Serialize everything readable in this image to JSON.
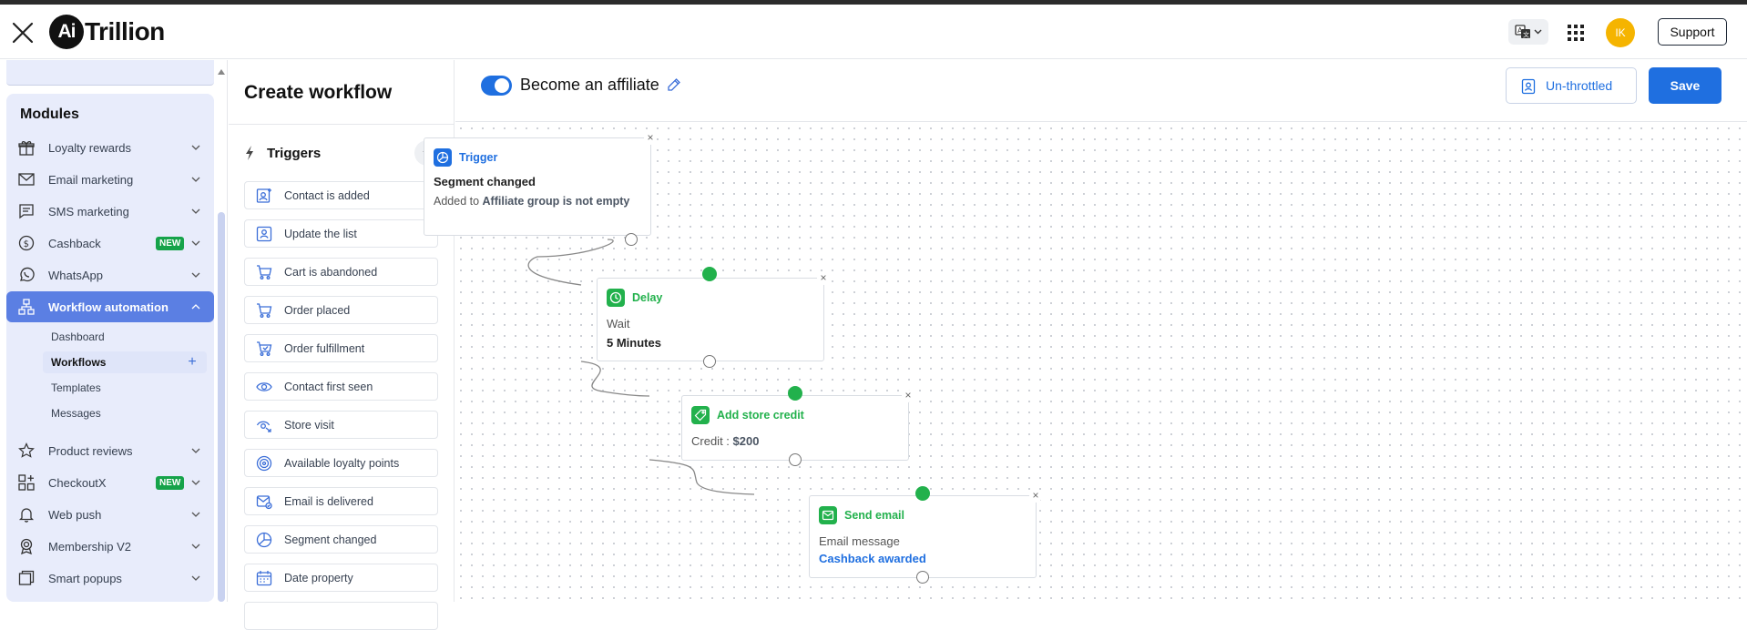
{
  "header": {
    "logo_mark": "Ai",
    "logo_text": "Trillion",
    "avatar_initials": "IK",
    "support_label": "Support"
  },
  "sidebar": {
    "modules_title": "Modules",
    "items": [
      {
        "label": "Loyalty rewards",
        "icon": "gift-icon"
      },
      {
        "label": "Email marketing",
        "icon": "mail-icon"
      },
      {
        "label": "SMS marketing",
        "icon": "chat-icon"
      },
      {
        "label": "Cashback",
        "icon": "dollar-circle-icon",
        "badge": "NEW"
      },
      {
        "label": "WhatsApp",
        "icon": "whatsapp-icon"
      },
      {
        "label": "Workflow automation",
        "icon": "workflow-icon",
        "active": true
      },
      {
        "label": "Product reviews",
        "icon": "star-icon"
      },
      {
        "label": "CheckoutX",
        "icon": "apps-icon",
        "badge": "NEW"
      },
      {
        "label": "Web push",
        "icon": "bell-icon"
      },
      {
        "label": "Membership V2",
        "icon": "award-icon"
      },
      {
        "label": "Smart popups",
        "icon": "popup-icon"
      }
    ],
    "sub_items": [
      "Dashboard",
      "Workflows",
      "Templates",
      "Messages"
    ],
    "selected_sub": "Workflows"
  },
  "panel": {
    "title": "Create workflow",
    "section": "Triggers",
    "triggers": [
      {
        "label": "Contact is added",
        "icon": "contact-add-icon"
      },
      {
        "label": "Update the list",
        "icon": "contact-card-icon"
      },
      {
        "label": "Cart is abandoned",
        "icon": "cart-icon"
      },
      {
        "label": "Order placed",
        "icon": "cart-icon"
      },
      {
        "label": "Order fulfillment",
        "icon": "cart-check-icon"
      },
      {
        "label": "Contact first seen",
        "icon": "eye-icon"
      },
      {
        "label": "Store visit",
        "icon": "store-visit-icon"
      },
      {
        "label": "Available loyalty points",
        "icon": "points-icon"
      },
      {
        "label": "Email is delivered",
        "icon": "email-delivered-icon"
      },
      {
        "label": "Segment changed",
        "icon": "segment-icon"
      },
      {
        "label": "Date property",
        "icon": "calendar-icon"
      }
    ]
  },
  "toolbar": {
    "workflow_name": "Become an affiliate",
    "enabled": true,
    "unthrottled_label": "Un-throttled",
    "save_label": "Save"
  },
  "nodes": {
    "trigger": {
      "title": "Trigger",
      "line1": "Segment changed",
      "line2_prefix": "Added to ",
      "line2_value": "Affiliate group is not empty"
    },
    "delay": {
      "title": "Delay",
      "line1": "Wait",
      "line2": "5 Minutes"
    },
    "credit": {
      "title": "Add store credit",
      "line1_prefix": "Credit : ",
      "line1_value": "$200"
    },
    "email": {
      "title": "Send email",
      "line1": "Email message",
      "line2": "Cashback awarded"
    }
  },
  "colors": {
    "accent": "#1f6fe0",
    "success": "#22b14c",
    "sidebar_bg": "#e8ecfb",
    "active_nav": "#5b7fe3"
  }
}
